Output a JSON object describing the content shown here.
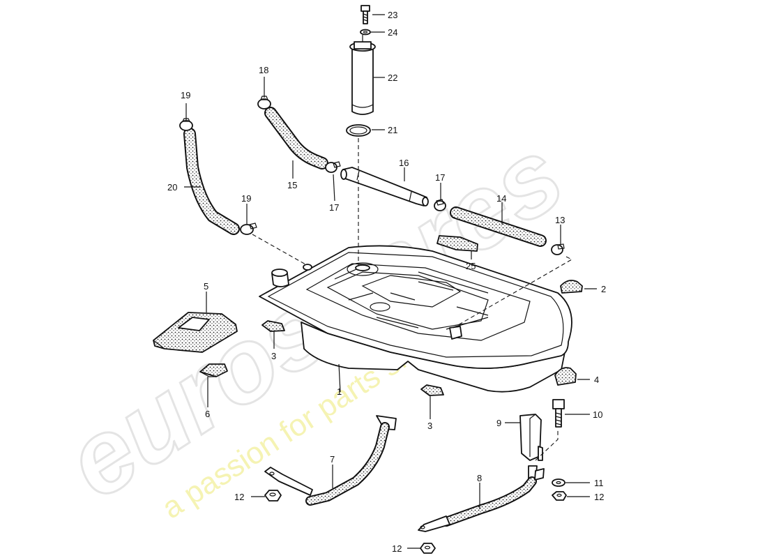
{
  "watermark": {
    "logo": "eurospares",
    "tagline": "a passion for parts since 1985"
  },
  "callouts": {
    "c1": "1",
    "c2": "2",
    "c3a": "3",
    "c3b": "3",
    "c4": "4",
    "c5": "5",
    "c6": "6",
    "c7": "7",
    "c8": "8",
    "c9": "9",
    "c10": "10",
    "c11": "11",
    "c12a": "12",
    "c12b": "12",
    "c12c": "12",
    "c13": "13",
    "c14": "14",
    "c15": "15",
    "c16": "16",
    "c17a": "17",
    "c17b": "17",
    "c18": "18",
    "c19a": "19",
    "c19b": "19",
    "c20": "20",
    "c21": "21",
    "c22": "22",
    "c23": "23",
    "c24": "24",
    "c25": "25"
  },
  "colors": {
    "line": "#111111",
    "watermark_logo": "#e4e4e4",
    "watermark_tagline": "#f2ef9a"
  }
}
